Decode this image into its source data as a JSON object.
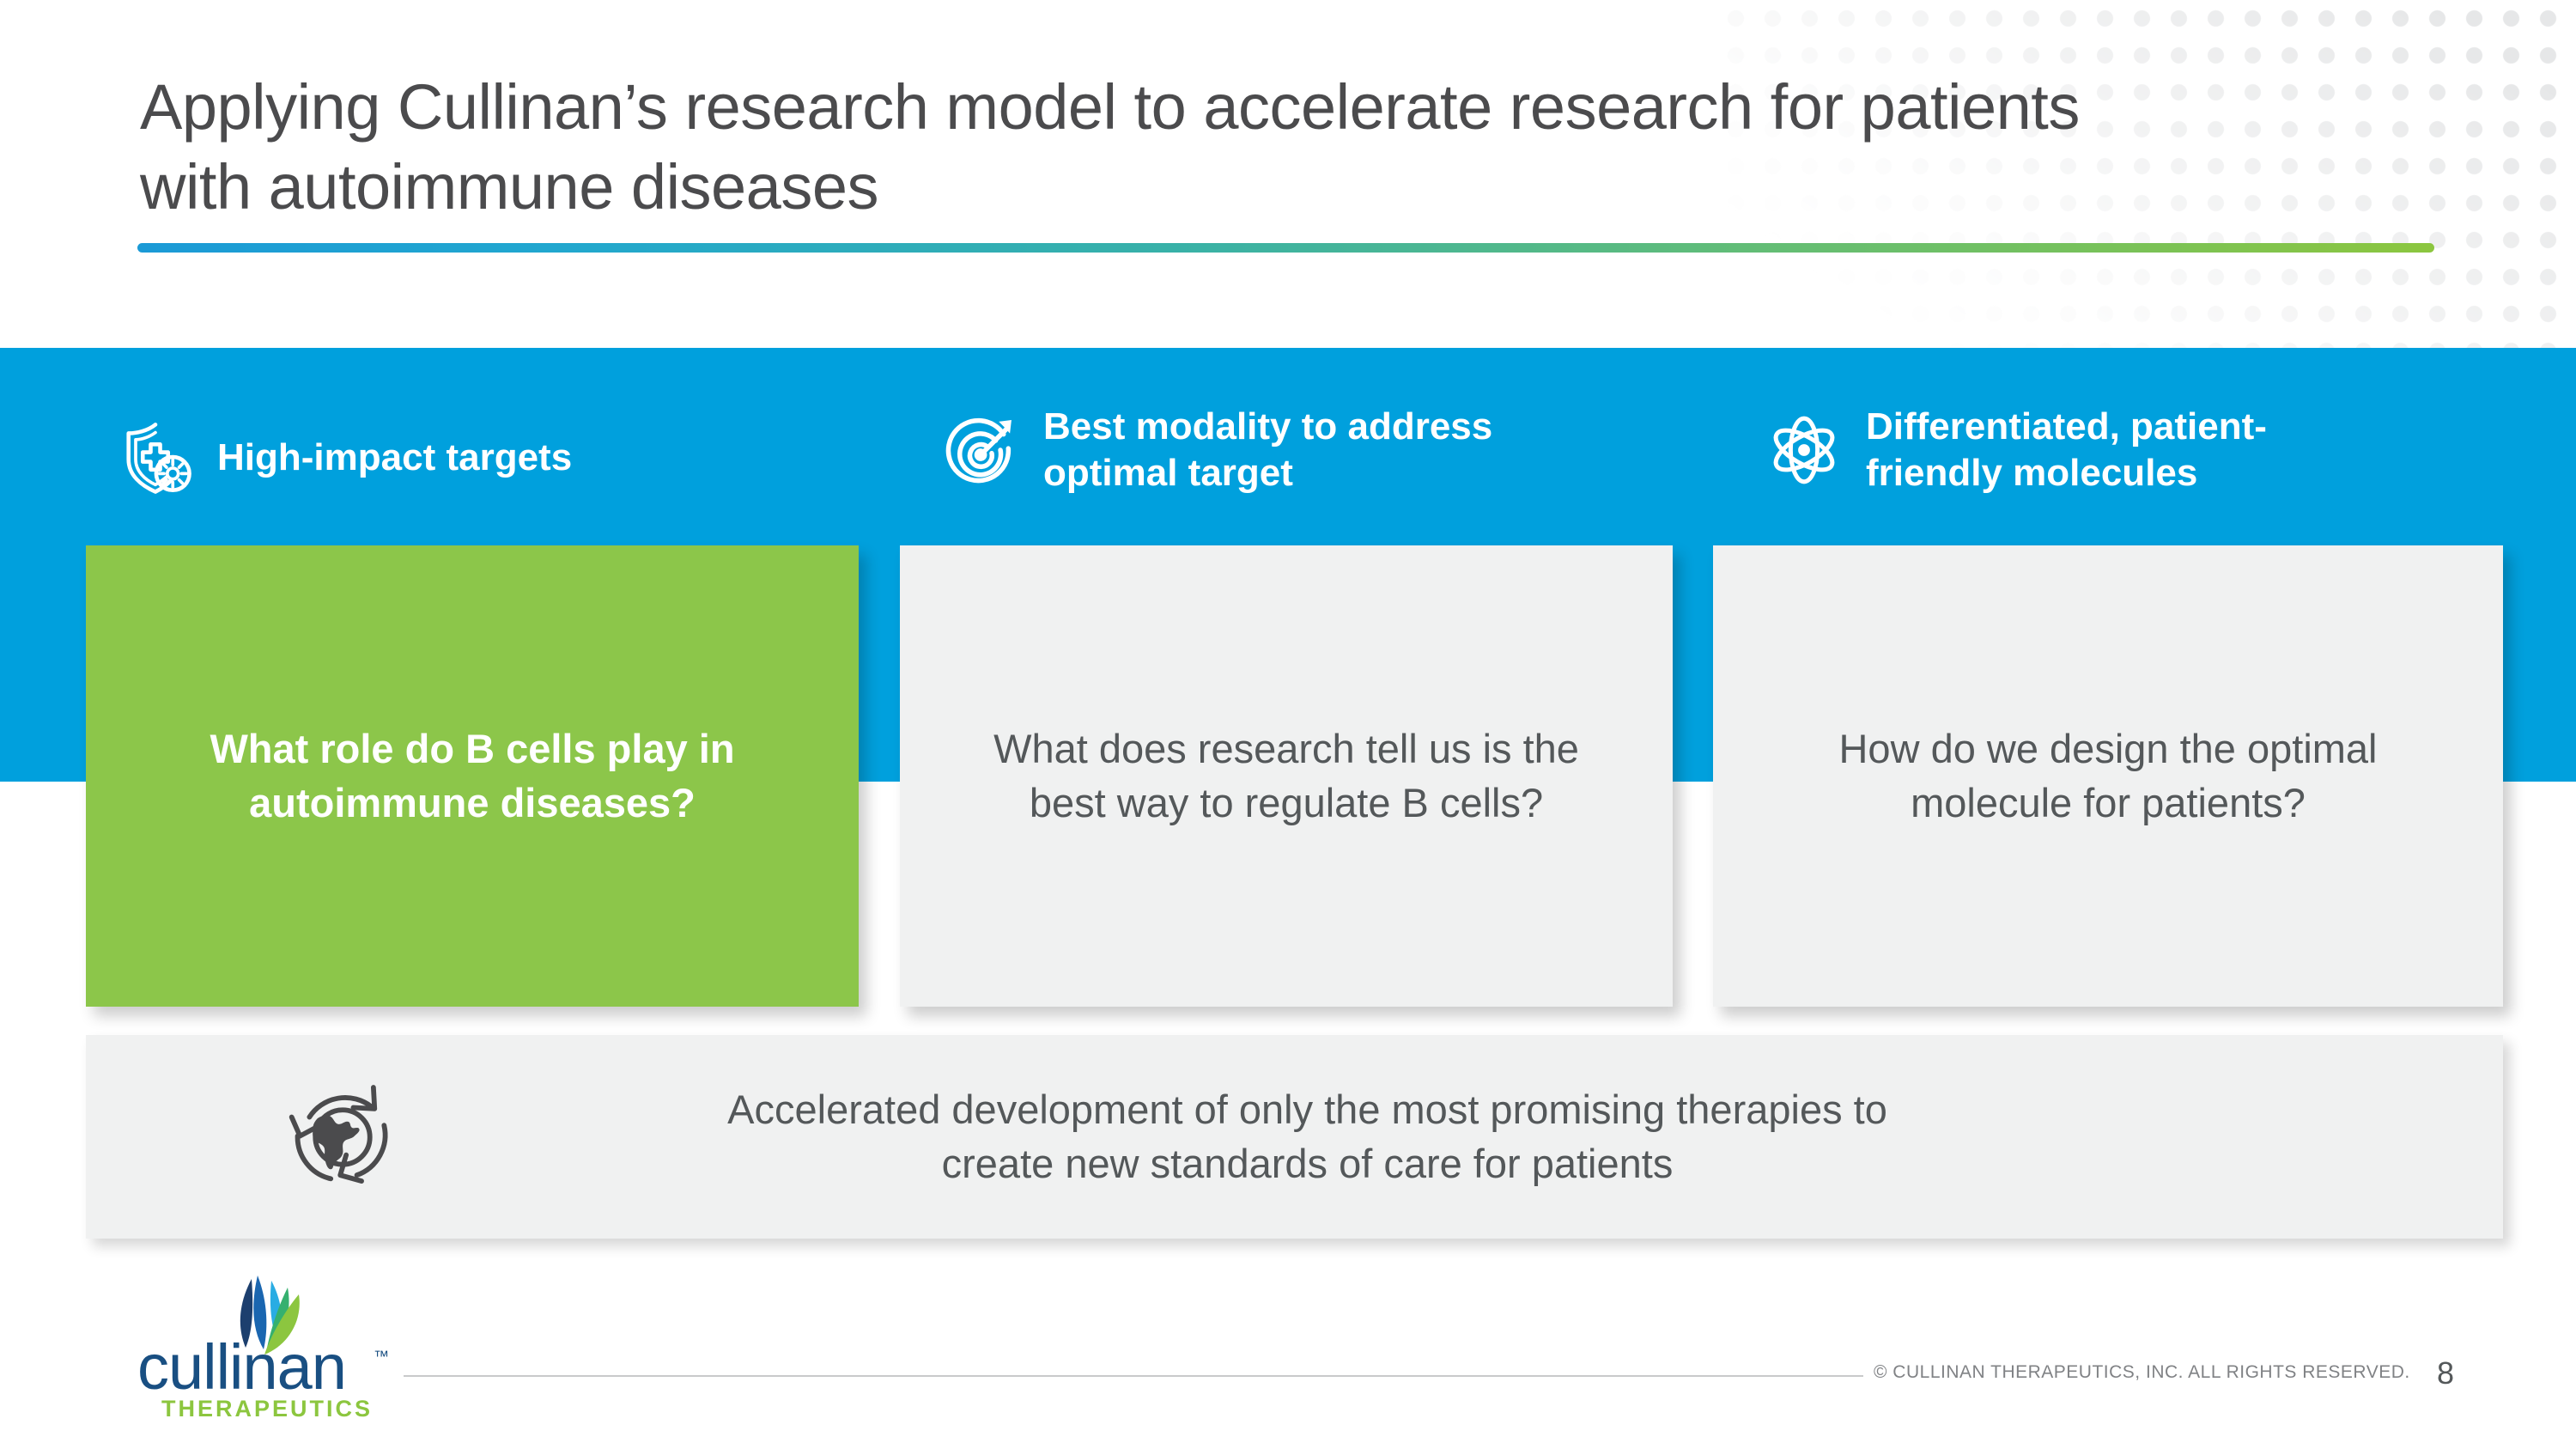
{
  "slide": {
    "title": "Applying Cullinan’s research model to accelerate research for patients\nwith autoimmune diseases",
    "page_number": "8",
    "copyright": "© CULLINAN THERAPEUTICS, INC. ALL RIGHTS RESERVED."
  },
  "colors": {
    "band_blue": "#00a0dd",
    "card_green": "#8cc64a",
    "card_gray": "#f0f1f1",
    "title_text": "#4b4b4d",
    "body_text": "#54585a",
    "rule_gradient_start": "#1b9ad6",
    "rule_gradient_end": "#8cc63f",
    "logo_navy": "#194f82",
    "logo_green": "#8cc63f"
  },
  "columns": [
    {
      "icon": "shield-medical-gear-icon",
      "header": "High-impact targets",
      "question": "What role do B cells play in\nautoimmune diseases?",
      "highlighted": true
    },
    {
      "icon": "target-bullseye-arrow-icon",
      "header": "Best modality to address\noptimal target",
      "question": "What does research tell us is the\nbest way to regulate B cells?",
      "highlighted": false
    },
    {
      "icon": "atom-molecule-icon",
      "header": "Differentiated, patient-\nfriendly molecules",
      "question": "How do we design the optimal\nmolecule for patients?",
      "highlighted": false
    }
  ],
  "banner": {
    "icon": "globe-recycle-arrows-icon",
    "text": "Accelerated development of only the most promising therapies to\ncreate new standards of care for patients"
  },
  "logo": {
    "wordmark": "cullinan",
    "trademark": "™",
    "subtitle": "THERAPEUTICS"
  }
}
